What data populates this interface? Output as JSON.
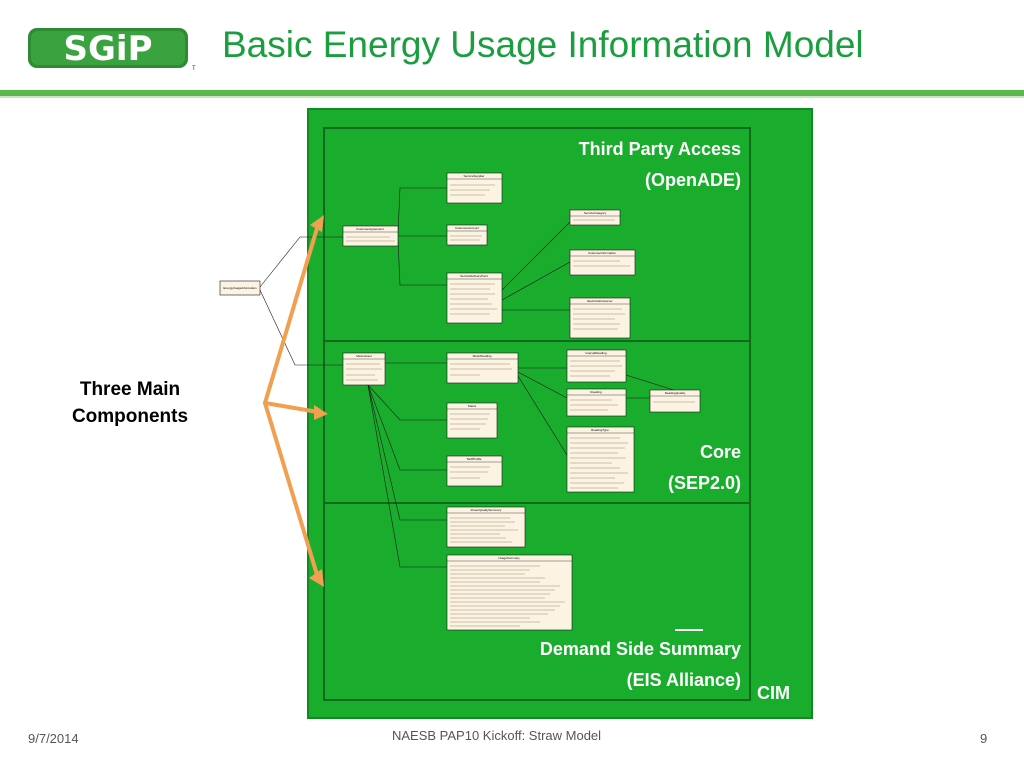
{
  "slide": {
    "logo_text": "SGiP",
    "logo_tm": "TM",
    "title": "Basic Energy Usage Information Model",
    "left_caption": [
      "Three Main",
      "Components"
    ]
  },
  "sections": {
    "third_party": [
      "Third Party Access",
      "(OpenADE)"
    ],
    "core": [
      "Core",
      "(SEP2.0)"
    ],
    "demand": [
      "Demand Side Summary",
      "(EIS Alliance)"
    ],
    "cim": "CIM"
  },
  "uml_classes": [
    "EnergyUsageInformation",
    "ServiceSupplier",
    "CustomerAgreement",
    "CustomerAccount",
    "ServiceCategory",
    "CustomerInformation",
    "ServiceDeliveryPoint",
    "ElectricalCustomer",
    "MeterAsset",
    "MeterReading",
    "IntervalReading",
    "Reading",
    "ReadingQuality",
    "Status",
    "ReadingType",
    "TariffProfile",
    "PowerQualitySummary",
    "UsageSummary"
  ],
  "footer": {
    "date": "9/7/2014",
    "center": "NAESB PAP10 Kickoff: Straw Model",
    "page": "9"
  },
  "colors": {
    "title_green": "#1a9e3f",
    "panel_green": "#1aad2d",
    "arrow_orange": "#f0a050",
    "uml_fill": "#fdf3e3"
  }
}
